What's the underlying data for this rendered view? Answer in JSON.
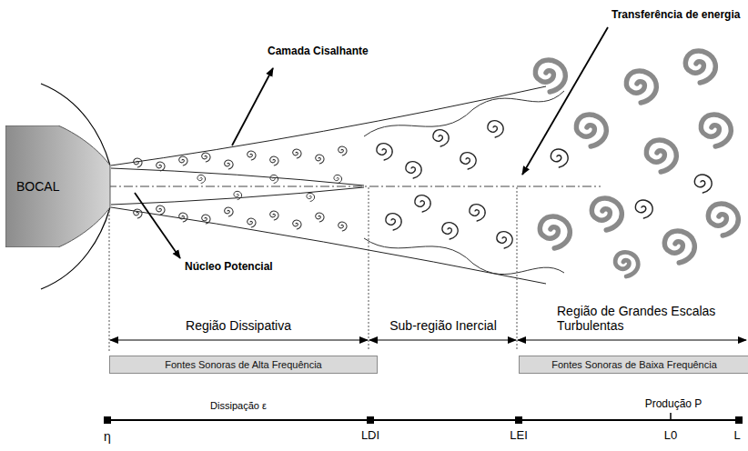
{
  "diagram": {
    "nodes": [
      {
        "text": [
          "BOCAL"
        ]
      },
      {
        "text": [
          "Fontes Sonoras de Alta Frequência"
        ]
      },
      {
        "text": [
          "Fontes Sonoras de Baixa Frequência"
        ]
      }
    ],
    "labels": [
      "Camada Cisalhante",
      "Transferência de energia",
      "Núcleo Potencial",
      "Região Dissipativa",
      "Sub-região Inercial",
      "Região de Grandes Escalas Turbulentas",
      "Dissipação ε",
      "Produção P",
      "η",
      "LDI",
      "LEI",
      "L0",
      "L"
    ]
  }
}
